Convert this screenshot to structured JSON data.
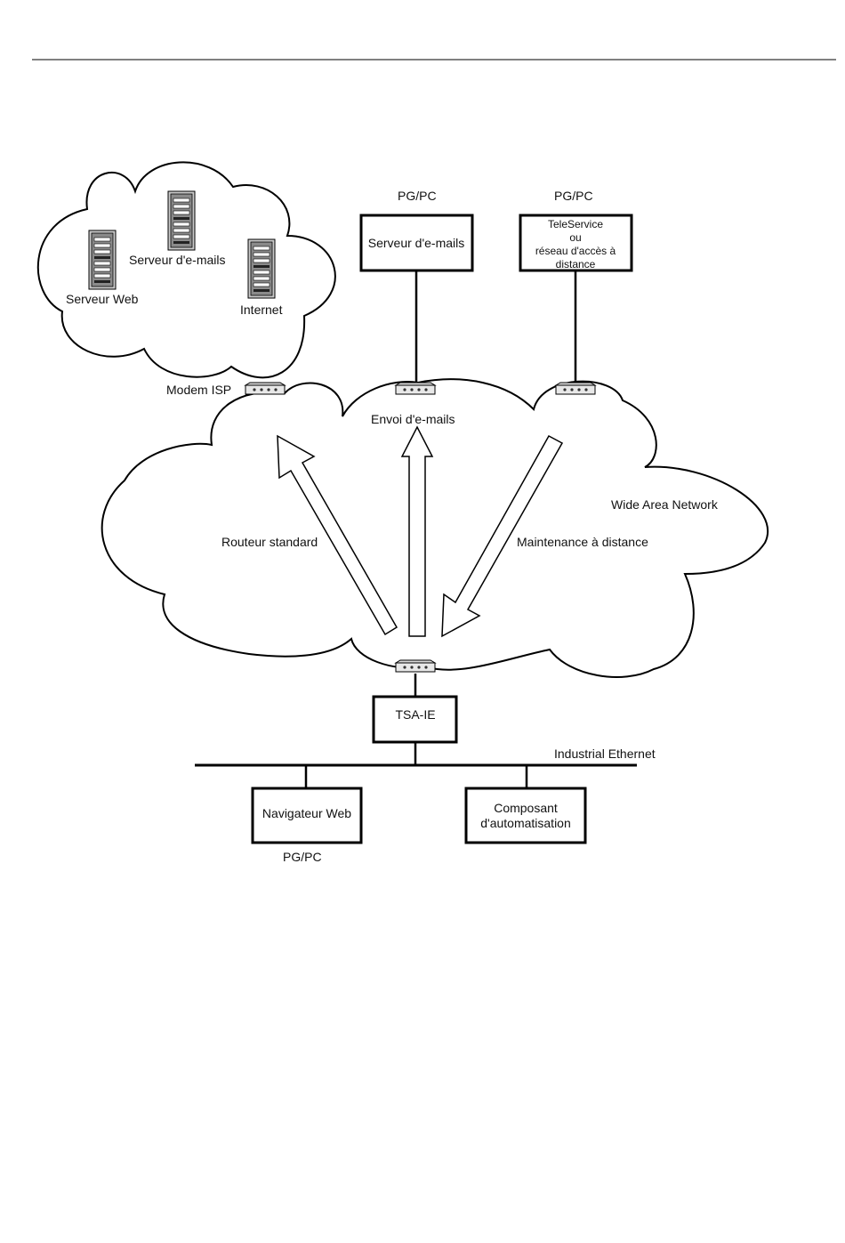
{
  "diagram": {
    "internet_cloud": {
      "web_server_label": "Serveur Web",
      "mail_server_label": "Serveur d'e-mails",
      "internet_label": "Internet",
      "icons": [
        "server-tower-icon",
        "server-tower-icon",
        "server-tower-icon"
      ]
    },
    "modem_isp_label": "Modem ISP",
    "pgpc_mail": {
      "caption": "PG/PC",
      "box_label": "Serveur d'e-mails"
    },
    "pgpc_teleservice": {
      "caption": "PG/PC",
      "line1": "TeleService",
      "line2": "ou",
      "line3": "réseau d'accès à",
      "line4": "distance"
    },
    "wan": {
      "title": "Wide Area Network",
      "arrow_left_label": "Routeur standard",
      "arrow_middle_label": "Envoi d'e-mails",
      "arrow_right_label": "Maintenance à distance"
    },
    "tsa_label": "TSA-IE",
    "bus_label": "Industrial Ethernet",
    "browser": {
      "box_label": "Navigateur Web",
      "caption": "PG/PC"
    },
    "automation": {
      "line1": "Composant",
      "line2": "d'automatisation"
    },
    "router_icon": "router-icon"
  }
}
